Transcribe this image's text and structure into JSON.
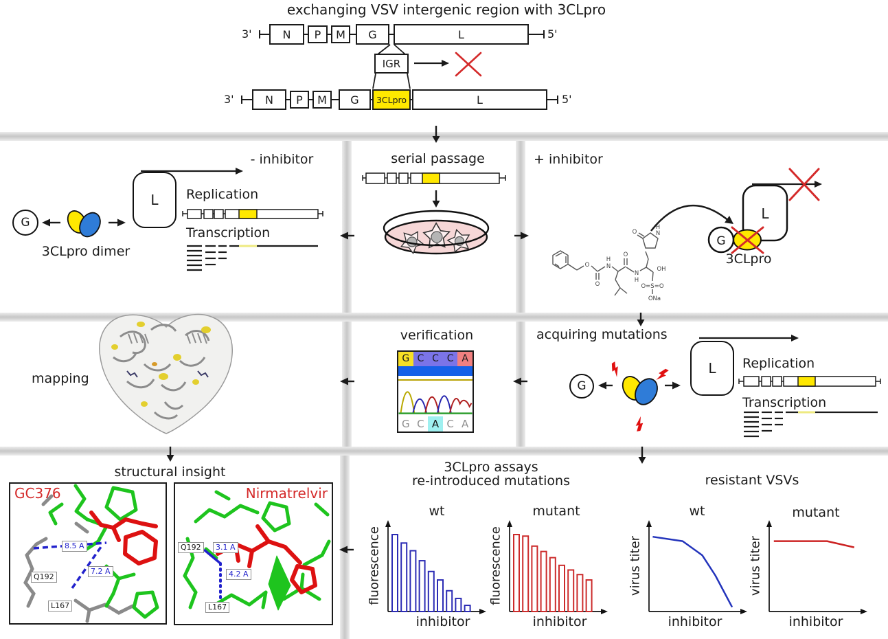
{
  "colors": {
    "insert_yellow": "#ffe800",
    "dimer_blue": "#2f7cd8",
    "alert_red": "#d42a2a",
    "petri_pink": "#f6d7d7",
    "stick_green": "#1ec41e",
    "stick_red": "#dd1111",
    "stick_gray": "#8a8a8a",
    "measure_blue": "#2222cc",
    "seq_g_yellow": "#f7df25",
    "seq_c_blue": "#7b74e8",
    "seq_a_red": "#f28080",
    "seq_a_cyan": "#9ff0f0",
    "seq_bar_blue": "#1560e8"
  },
  "top": {
    "title": "exchanging VSV intergenic region with 3CLpro",
    "genome_wt": {
      "end3": "3'",
      "end5": "5'",
      "genes": [
        "N",
        "P",
        "M",
        "G",
        "L"
      ]
    },
    "igr_label": "IGR",
    "genome_recombinant": {
      "end3": "3'",
      "end5": "5'",
      "genes": [
        "N",
        "P",
        "M",
        "G",
        "3CLpro",
        "L"
      ]
    }
  },
  "no_inhibitor": {
    "label": "- inhibitor",
    "g": "G",
    "dimer_label": "3CLpro dimer",
    "l": "L",
    "replication": "Replication",
    "transcription": "Transcription"
  },
  "serial_passage": {
    "title": "serial passage"
  },
  "plus_inhibitor": {
    "label": "+ inhibitor",
    "g": "G",
    "l": "L",
    "protease_label": "3CLpro"
  },
  "chem": {
    "o1": "O",
    "o2": "O",
    "n1": "N",
    "h1": "H",
    "o3": "O",
    "n2": "N",
    "h2": "H",
    "ring_o": "O",
    "ring_n": "N",
    "ring_h": "H",
    "oh": "OH",
    "sulfonate": "O=S=O",
    "ona": "ONa"
  },
  "mapping": {
    "label": "mapping"
  },
  "verification": {
    "title": "verification",
    "read_top": [
      "G",
      "C",
      "C",
      "C",
      "A"
    ],
    "read_bottom": [
      "G",
      "C",
      "A",
      "C",
      "A"
    ]
  },
  "acquiring": {
    "title": "acquiring mutations",
    "g": "G",
    "l": "L",
    "replication": "Replication",
    "transcription": "Transcription"
  },
  "structural": {
    "title": "structural insight",
    "gc376": {
      "name": "GC376",
      "residue1": "Q192",
      "residue2": "L167",
      "dist1": "8.5 A",
      "dist2": "7.2 A"
    },
    "nirmatrelvir": {
      "name": "Nirmatrelvir",
      "residue1": "Q192",
      "residue2": "L167",
      "dist1": "3.1 A",
      "dist2": "4.2 A"
    }
  },
  "assays": {
    "title_line1": "3CLpro assays",
    "title_line2": "re-introduced mutations"
  },
  "resistant": {
    "title": "resistant VSVs"
  },
  "chart_data": [
    {
      "name": "assay_wt",
      "type": "bar",
      "title": "wt",
      "xlabel": "inhibitor",
      "ylabel": "fluorescence",
      "color": "#2b2bb4",
      "values": [
        100,
        89,
        79,
        66,
        52,
        41,
        27,
        17,
        8
      ],
      "ylim": [
        0,
        100
      ],
      "grid": false
    },
    {
      "name": "assay_mutant",
      "type": "bar",
      "title": "mutant",
      "xlabel": "inhibitor",
      "ylabel": "fluorescence",
      "color": "#cc2b2b",
      "values": [
        100,
        98,
        85,
        78,
        70,
        60,
        54,
        48,
        41
      ],
      "ylim": [
        0,
        100
      ],
      "grid": false
    },
    {
      "name": "titer_wt",
      "type": "line",
      "title": "wt",
      "xlabel": "inhibitor",
      "ylabel": "virus titer",
      "color": "#2233bb",
      "points": [
        [
          4,
          85
        ],
        [
          36,
          80
        ],
        [
          57,
          64
        ],
        [
          71,
          41
        ],
        [
          89,
          5
        ]
      ],
      "xlim": [
        0,
        100
      ],
      "ylim": [
        0,
        100
      ],
      "grid": false
    },
    {
      "name": "titer_mutant",
      "type": "line",
      "title": "mutant",
      "xlabel": "inhibitor",
      "ylabel": "virus titer",
      "color": "#cc2222",
      "points": [
        [
          5,
          80
        ],
        [
          62,
          80
        ],
        [
          91,
          73
        ]
      ],
      "xlim": [
        0,
        100
      ],
      "ylim": [
        0,
        100
      ],
      "grid": false
    }
  ]
}
